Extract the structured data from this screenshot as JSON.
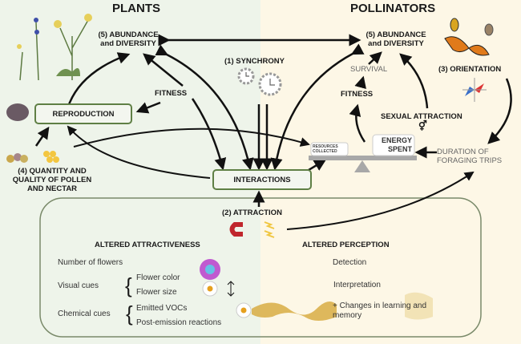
{
  "headers": {
    "plants": "PLANTS",
    "pollinators": "POLLINATORS"
  },
  "plants": {
    "abundance_line1": "(5) ABUNDANCE",
    "abundance_line2": "and DIVERSITY",
    "fitness": "FITNESS",
    "reproduction": "REPRODUCTION",
    "quantity_line1": "(4) QUANTITY AND",
    "quantity_line2": "QUALITY OF POLLEN",
    "quantity_line3": "AND NECTAR"
  },
  "center": {
    "synchrony": "(1) SYNCHRONY",
    "interactions": "INTERACTIONS",
    "attraction": "(2) ATTRACTION",
    "resources_line1": "RESOURCES",
    "resources_line2": "COLLECTED",
    "energy_line1": "ENERGY",
    "energy_line2": "SPENT"
  },
  "pollinators": {
    "abundance_line1": "(5) ABUNDANCE",
    "abundance_line2": "and DIVERSITY",
    "survival": "SURVIVAL",
    "fitness": "FITNESS",
    "orientation": "(3) ORIENTATION",
    "sexual_attraction": "SEXUAL ATTRACTION",
    "duration_line1": "DURATION OF",
    "duration_line2": "FORAGING TRIPS"
  },
  "attraction_box": {
    "left_title": "ALTERED ATTRACTIVENESS",
    "number_of_flowers": "Number of flowers",
    "visual_cues": "Visual cues",
    "flower_color": "Flower color",
    "flower_size": "Flower size",
    "chemical_cues": "Chemical cues",
    "emitted_vocs": "Emitted VOCs",
    "post_emission": "Post-emission reactions",
    "right_title": "ALTERED PERCEPTION",
    "detection": "Detection",
    "interpretation": "Interpretation",
    "learning_line1": "+ Changes in learning and",
    "learning_line2": "memory"
  },
  "colors": {
    "plants_bg": "#eef4ea",
    "pollinators_bg": "#fdf7e6",
    "box_border": "#5f7f45",
    "arrow": "#111111"
  }
}
